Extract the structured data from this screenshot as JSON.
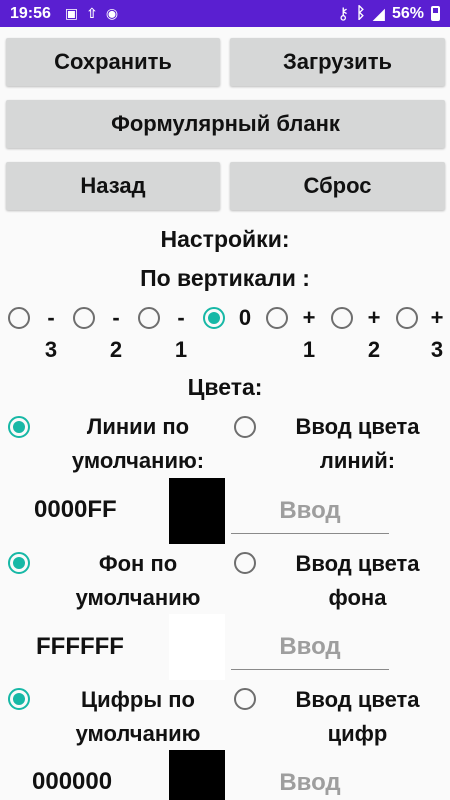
{
  "status_bar": {
    "time": "19:56",
    "icons_left": [
      "image-icon",
      "upload-icon",
      "shield-icon"
    ],
    "battery": "56%",
    "icons_right": [
      "key-icon",
      "bluetooth-icon",
      "signal-icon",
      "battery-icon"
    ]
  },
  "buttons": {
    "save": "Сохранить",
    "load": "Загрузить",
    "form_blank": "Формулярный бланк",
    "back": "Назад",
    "reset": "Сброс"
  },
  "settings_title": "Настройки:",
  "vertical_title": "По вертикали :",
  "vertical_options": [
    {
      "top": "-",
      "bottom": "3",
      "selected": false
    },
    {
      "top": "-",
      "bottom": "2",
      "selected": false
    },
    {
      "top": "-",
      "bottom": "1",
      "selected": false
    },
    {
      "top": "0",
      "bottom": "",
      "selected": true
    },
    {
      "top": "+",
      "bottom": "1",
      "selected": false
    },
    {
      "top": "+",
      "bottom": "2",
      "selected": false
    },
    {
      "top": "+",
      "bottom": "3",
      "selected": false
    }
  ],
  "colors_title": "Цвета:",
  "color_groups": [
    {
      "default_label_1": "Линии по",
      "default_label_2": "умолчанию:",
      "custom_label_1": "Ввод цвета",
      "custom_label_2": "линий:",
      "hex": "0000FF",
      "swatch": "#000000",
      "input_placeholder": "Ввод",
      "default_selected": true
    },
    {
      "default_label_1": "Фон по",
      "default_label_2": "умолчанию",
      "custom_label_1": "Ввод цвета",
      "custom_label_2": "фона",
      "hex": "FFFFFF",
      "swatch": "#FFFFFF",
      "input_placeholder": "Ввод",
      "default_selected": true
    },
    {
      "default_label_1": "Цифры по",
      "default_label_2": "умолчанию",
      "custom_label_1": "Ввод цвета",
      "custom_label_2": "цифр",
      "hex": "000000",
      "swatch": "#000000",
      "input_placeholder": "Ввод",
      "default_selected": true
    }
  ],
  "colors": {
    "status_bar": "#5a1fd1",
    "accent": "#17b8a6",
    "button_bg": "#d6d7d7"
  }
}
